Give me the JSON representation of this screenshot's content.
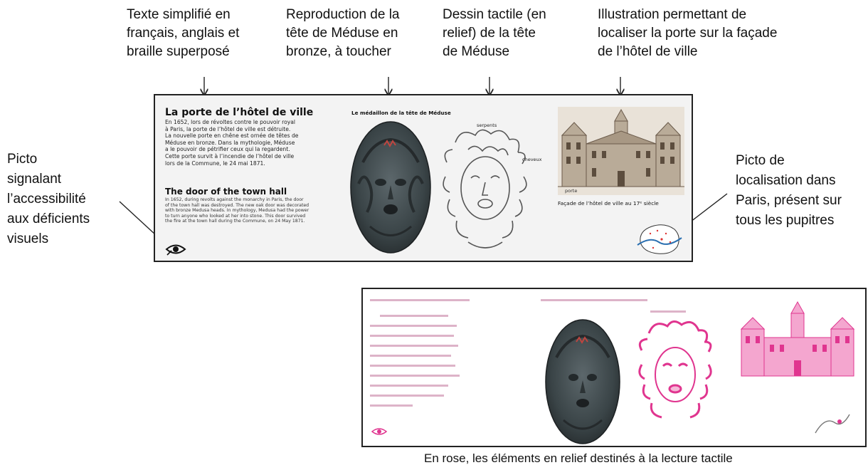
{
  "annotations": {
    "text": [
      "Texte simplifié  en",
      "français, anglais et",
      "braille superposé"
    ],
    "bronze": [
      "Reproduction de la",
      "tête de Méduse en",
      "bronze, à toucher"
    ],
    "tactile": [
      "Dessin tactile (en",
      "relief) de la tête",
      "de Méduse"
    ],
    "illustration": [
      "Illustration permettant de",
      "localiser la porte sur la façade",
      "de l’hôtel de ville"
    ],
    "picto_left": [
      "Picto",
      "signalant",
      "l’accessibilité",
      "aux déficients",
      "visuels"
    ],
    "picto_right": [
      "Picto de",
      "localisation dans",
      "Paris, présent sur",
      "tous les pupitres"
    ]
  },
  "panel": {
    "title_fr": "La porte de l’hôtel de ville",
    "body_fr": [
      "En 1652, lors de révoltes contre le pouvoir royal",
      "à Paris, la porte de l’hôtel de ville est détruite.",
      "La nouvelle porte en chêne est ornée de têtes de",
      "Méduse en bronze. Dans la mythologie, Méduse",
      "a le pouvoir de pétrifier ceux qui la regardent.",
      "Cette porte survit à l’incendie de l’hôtel de ville",
      "lors de la Commune, le 24 mai 1871."
    ],
    "title_en": "The door of the town hall",
    "body_en": [
      "In 1652, during revolts against the monarchy in Paris, the door",
      "of the town hall was destroyed. The new oak door was decorated",
      "with bronze Medusa heads. In mythology, Medusa had the power",
      "to turn anyone who looked at her into stone. This door survived",
      "the fire at the town hall during the Commune, on 24 May 1871."
    ],
    "medallion_title": "Le médaillon de la tête de Méduse",
    "label_serpents": "serpents",
    "label_cheveux": "cheveux",
    "label_porte": "porte",
    "facade_caption": "Façade de l’hôtel de ville au 17ᵉ siècle"
  },
  "caption": "En rose, les éléments en relief destinés à la lecture tactile",
  "colors": {
    "pink": "#e0358f",
    "bronze": "#3c4548",
    "panel_bg": "#f3f3f3"
  }
}
